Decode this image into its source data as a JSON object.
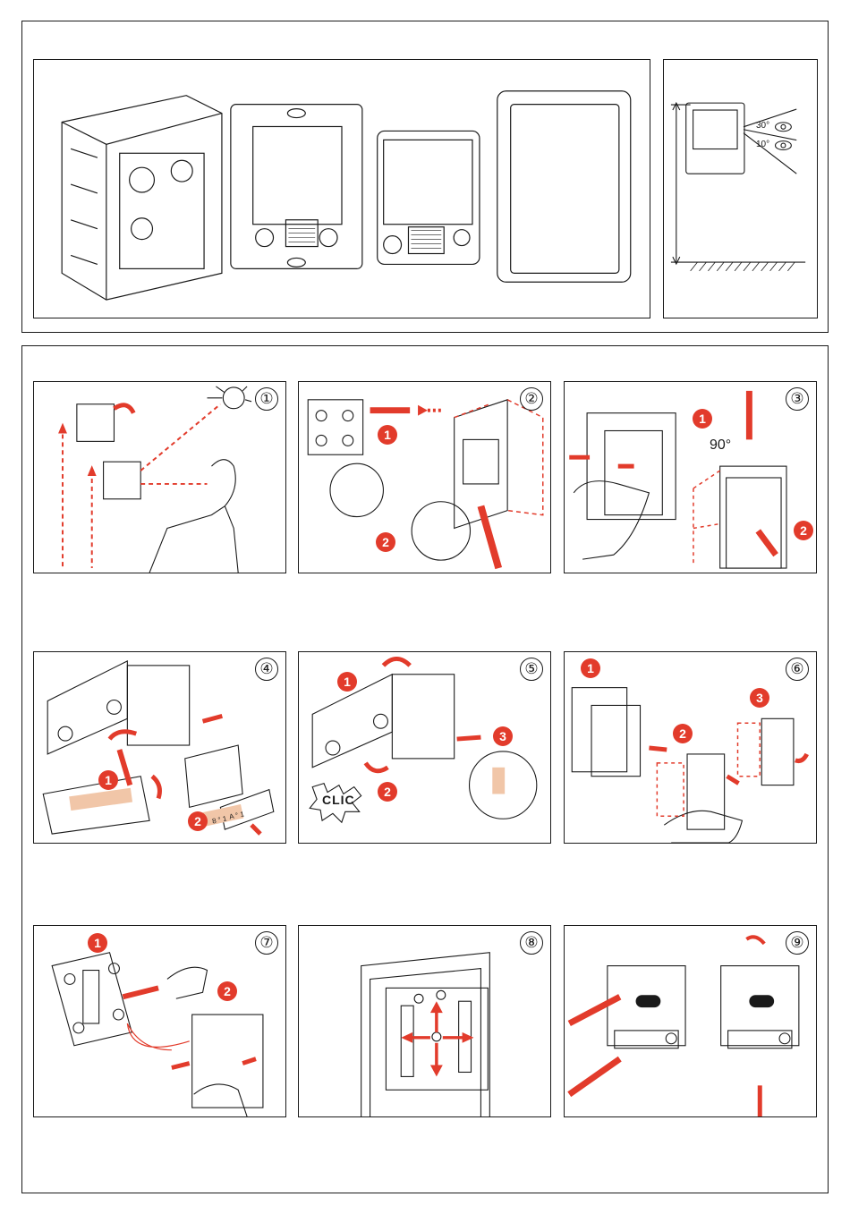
{
  "overview": {
    "angle_top": "30°",
    "angle_bottom": "10°"
  },
  "steps": [
    {
      "number": "①",
      "markers": []
    },
    {
      "number": "②",
      "markers": [
        "1",
        "2"
      ]
    },
    {
      "number": "③",
      "markers": [
        "1",
        "2"
      ],
      "angle": "90°"
    },
    {
      "number": "④",
      "markers": [
        "1",
        "2"
      ],
      "card_label_1": "8 ° 1",
      "card_label_2": "A ° 1"
    },
    {
      "number": "⑤",
      "markers": [
        "1",
        "2",
        "3"
      ],
      "clic": "CLIC"
    },
    {
      "number": "⑥",
      "markers": [
        "1",
        "2",
        "3"
      ]
    },
    {
      "number": "⑦",
      "markers": [
        "1",
        "2"
      ]
    },
    {
      "number": "⑧",
      "markers": []
    },
    {
      "number": "⑨",
      "markers": []
    }
  ],
  "colors": {
    "accent": "#e23b2b",
    "line": "#1a1a1a"
  }
}
